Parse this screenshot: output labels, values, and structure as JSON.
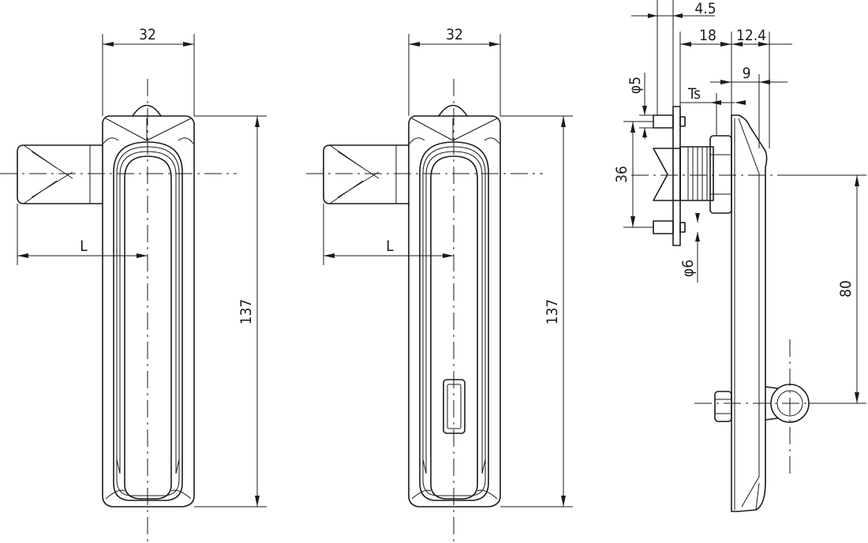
{
  "views": {
    "front_left": {
      "width_label": "32",
      "height_label": "137",
      "length_label": "L"
    },
    "front_right": {
      "width_label": "32",
      "height_label": "137",
      "length_label": "L"
    },
    "side": {
      "dim_4_5": "4.5",
      "dim_18": "18",
      "dim_12_4": "12.4",
      "dim_9": "9",
      "dim_phi5": "φ5",
      "dim_ts": "Ts",
      "dim_36": "36",
      "dim_phi6": "φ6",
      "dim_80": "80"
    }
  },
  "colors": {
    "line": "#1a1a1a",
    "background": "#ffffff"
  }
}
